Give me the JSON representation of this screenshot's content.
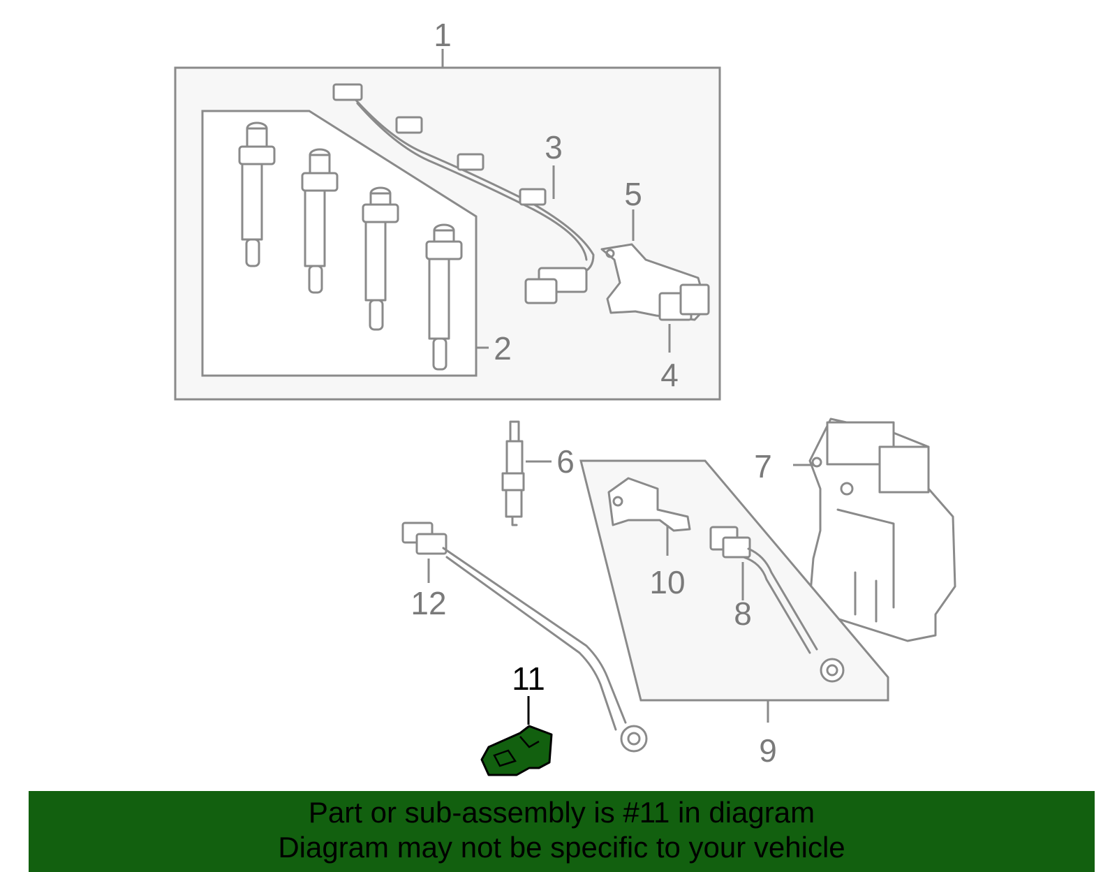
{
  "diagram": {
    "callouts": [
      "1",
      "2",
      "3",
      "4",
      "5",
      "6",
      "7",
      "8",
      "9",
      "10",
      "11",
      "12"
    ],
    "highlighted_callout": "11",
    "highlight_color": "#12600f",
    "line_color": "#8a8a8a",
    "box_fill": "#f7f7f7"
  },
  "banner": {
    "line1": "Part or sub-assembly is #11 in diagram",
    "line2": "Diagram may not be specific to your vehicle",
    "color": "#12600f"
  }
}
